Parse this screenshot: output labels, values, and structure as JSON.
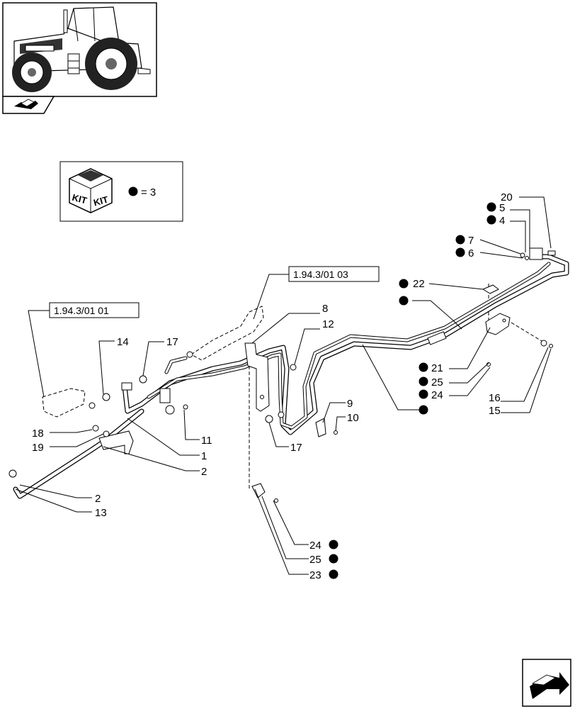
{
  "kit_box": {
    "kit_text_1": "KIT",
    "kit_text_2": "KIT",
    "equals_text": "= 3"
  },
  "references": {
    "ref_left": "1.94.3/01 01",
    "ref_mid": "1.94.3/01 03"
  },
  "callouts": {
    "c20": "20",
    "c5": "5",
    "c4": "4",
    "c7": "7",
    "c6": "6",
    "c22": "22",
    "c8": "8",
    "c12": "12",
    "c14": "14",
    "c17a": "17",
    "c21": "21",
    "c25a": "25",
    "c24a": "24",
    "c9": "9",
    "c10": "10",
    "c16": "16",
    "c15": "15",
    "c18": "18",
    "c19": "19",
    "c11": "11",
    "c1": "1",
    "c2a": "2",
    "c17b": "17",
    "c2b": "2",
    "c13": "13",
    "c24b": "24",
    "c25b": "25",
    "c23": "23"
  },
  "icons": {
    "tractor": "tractor-thumbnail-icon",
    "nav_left": "book-arrow-icon",
    "nav_right": "next-page-arrow-icon",
    "kit": "kit-box-icon"
  }
}
